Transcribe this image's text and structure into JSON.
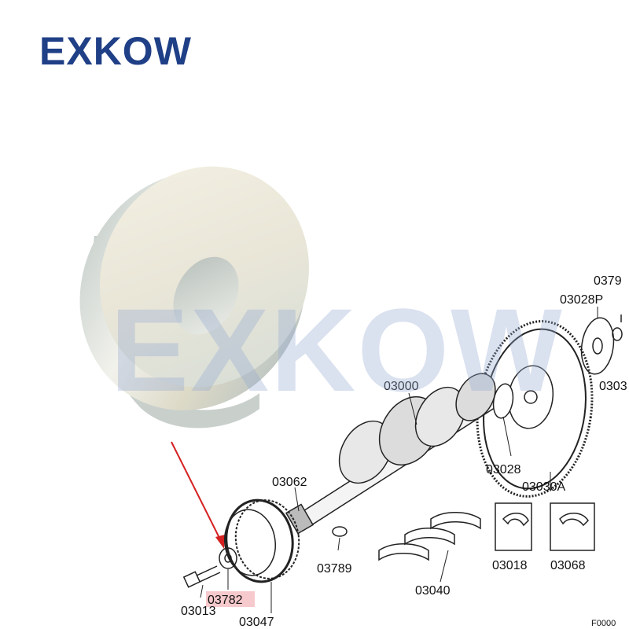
{
  "brand": {
    "name": "EXKOW",
    "color": "#1f3f86"
  },
  "watermark": "EXKOW",
  "highlight": {
    "part": "03782",
    "color": "#f6c9cc",
    "arrow_color": "#d42020"
  },
  "labels": {
    "p03000": "03000",
    "p03062": "03062",
    "p03789": "03789",
    "p03782": "03782",
    "p03013": "03013",
    "p03047": "03047",
    "p03040": "03040",
    "p03018": "03018",
    "p03068": "03068",
    "p03028": "03028",
    "p03030A": "03030A",
    "p03028P": "03028P",
    "p0379": "0379",
    "p0303": "0303",
    "figure_code": "F0000"
  }
}
